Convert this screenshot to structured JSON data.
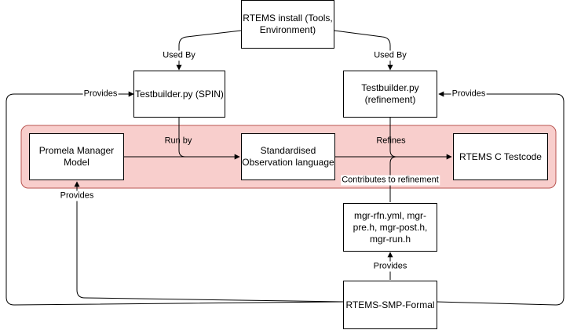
{
  "nodes": {
    "rtems_install": "RTEMS install (Tools,\nEnvironment)",
    "testbuilder_spin": "Testbuilder.py (SPIN)",
    "testbuilder_refinement": "Testbuilder.py\n(refinement)",
    "promela_model": "Promela Manager\nModel",
    "observation_language": "Standardised\nObservation language",
    "rtems_testcode": "RTEMS C Testcode",
    "mgr_files": "mgr-rfn.yml, mgr-\npre.h, mgr-post.h,\nmgr-run.h",
    "rtems_smp_formal": "RTEMS-SMP-Formal"
  },
  "edge_labels": {
    "used_by_left": "Used By",
    "used_by_right": "Used By",
    "provides_left": "Provides",
    "provides_right": "Provides",
    "run_by": "Run by",
    "refines": "Refines",
    "contributes": "Contributes to refinement",
    "provides_promela": "Provides",
    "provides_mgr": "Provides"
  },
  "colors": {
    "group_fill": "#f8cecc",
    "group_stroke": "#b85450",
    "line": "#000000",
    "box_fill": "#ffffff"
  }
}
